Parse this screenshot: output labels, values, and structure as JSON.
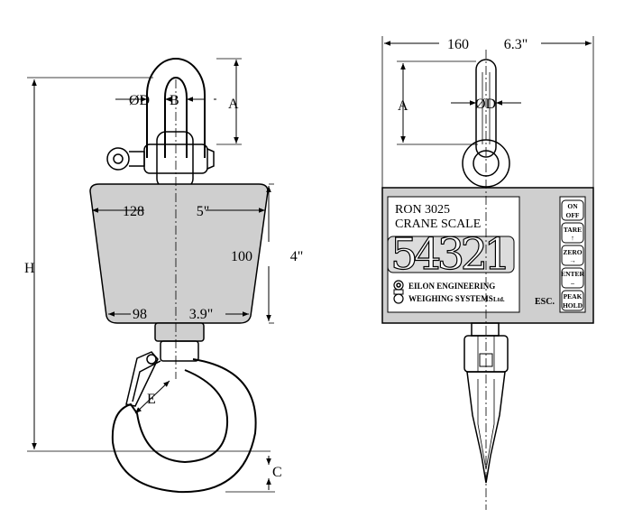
{
  "left_view": {
    "dim_diameter": "ØD",
    "dim_b": "B",
    "dim_a": "A",
    "dim_h": "H",
    "dim_top_width_mm": "128",
    "dim_top_width_in": "5\"",
    "dim_height_mm": "100",
    "dim_height_in": "4\"",
    "dim_bottom_width_mm": "98",
    "dim_bottom_width_in": "3.9\"",
    "dim_e": "E",
    "dim_c": "C"
  },
  "right_view": {
    "dim_width_mm": "160",
    "dim_width_in": "6.3\"",
    "dim_a": "A",
    "dim_diameter": "ØD",
    "model": "RON  3025",
    "product": "CRANE  SCALE",
    "display_value": "54321",
    "company_line1": "EILON ENGINEERING",
    "company_line2": "WEIGHING SYSTEMS",
    "company_suffix": "Ltd.",
    "esc_label": "ESC.",
    "keys": [
      {
        "line1": "ON",
        "line2": "OFF"
      },
      {
        "line1": "TARE",
        "line2": "↑"
      },
      {
        "line1": "ZERO",
        "line2": "→"
      },
      {
        "line1": "ENTER",
        "line2": "–"
      },
      {
        "line1": "PEAK",
        "line2": "HOLD"
      }
    ]
  }
}
